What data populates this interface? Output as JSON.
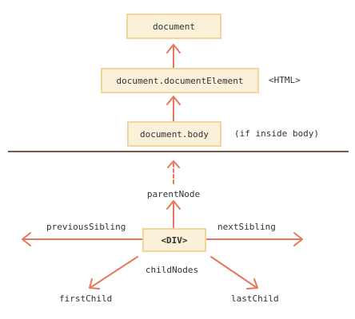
{
  "nodes": {
    "document": "document",
    "documentElement": "document.documentElement",
    "body": "document.body",
    "div": "<DIV>"
  },
  "notes": {
    "html": "<HTML>",
    "inside_body": "(if inside body)"
  },
  "labels": {
    "parentNode": "parentNode",
    "previousSibling": "previousSibling",
    "nextSibling": "nextSibling",
    "childNodes": "childNodes",
    "firstChild": "firstChild",
    "lastChild": "lastChild"
  },
  "colors": {
    "arrow": "#e8765a",
    "divider": "#7a5a48",
    "box_fill": "#fbf0d8",
    "box_border": "#f1d59a",
    "text": "#333333"
  }
}
